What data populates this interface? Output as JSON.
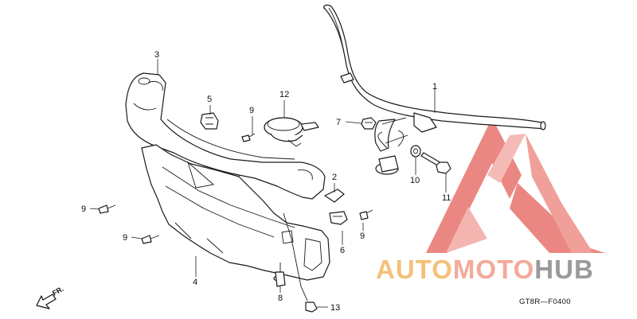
{
  "callouts": {
    "c1": "1",
    "c2": "2",
    "c3": "3",
    "c4": "4",
    "c5": "5",
    "c6": "6",
    "c7": "7",
    "c8": "8",
    "c9a": "9",
    "c9b": "9",
    "c9c": "9",
    "c9d": "9",
    "c10": "10",
    "c11": "11",
    "c12": "12",
    "c13": "13"
  },
  "reference_code": "GT8R—F0400",
  "direction_label": "FR.",
  "watermark": {
    "part1": "AUTO",
    "part2": "MOTO",
    "part3": "HUB",
    "colors": {
      "auto": "#f4c07a",
      "moto": "#f2aa9a",
      "hub": "#9a9a9a",
      "logo": "#e8736d"
    }
  }
}
